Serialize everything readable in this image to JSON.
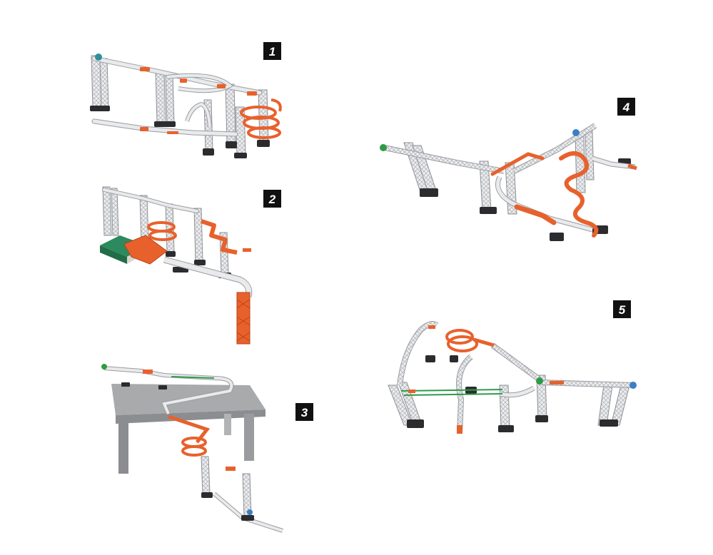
{
  "step_badges": [
    "1",
    "2",
    "3",
    "4",
    "5"
  ],
  "colors": {
    "rail": "#e9eaec",
    "rail_edge": "#9a9ca0",
    "pillar": "#dcdde0",
    "pillar_edge": "#8f9195",
    "base": "#2c2c2e",
    "accent": "#e8612c",
    "accent_dark": "#b94417",
    "ball_teal": "#2e8f99",
    "ball_green": "#2f9a45",
    "ball_blue": "#3b7fc4",
    "book": "#2d8a5e",
    "table_top": "#a9aaac",
    "table_legs": "#8c8d90",
    "belt": "#2f9a4a",
    "badge_bg": "#111111"
  },
  "icons": {
    "ball": "marble-ball-icon",
    "book": "book-icon",
    "table": "table-icon"
  }
}
